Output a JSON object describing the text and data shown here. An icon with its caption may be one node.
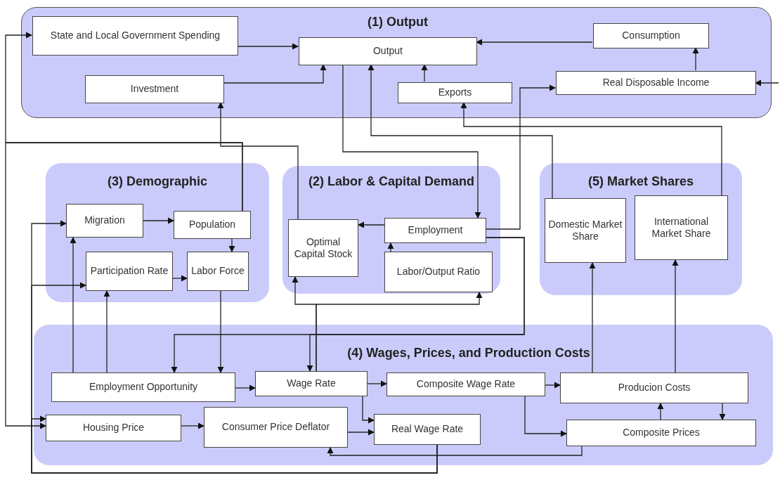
{
  "diagram": {
    "nodes": [
      {
        "text": [
          "(1) Output"
        ]
      },
      {
        "text": [
          "State and Local Government Spending"
        ],
        "in": 0
      },
      {
        "text": [
          "Output"
        ],
        "in": 0
      },
      {
        "text": [
          "Consumption"
        ],
        "in": 0
      },
      {
        "text": [
          "Investment"
        ],
        "in": 0
      },
      {
        "text": [
          "Exports"
        ],
        "in": 0
      },
      {
        "text": [
          "Real Disposable Income"
        ],
        "in": 0
      },
      {
        "text": [
          "(3) Demographic"
        ]
      },
      {
        "text": [
          "Migration"
        ],
        "in": 7
      },
      {
        "text": [
          "Population"
        ],
        "in": 7
      },
      {
        "text": [
          "Participation Rate"
        ],
        "in": 7
      },
      {
        "text": [
          "Labor Force"
        ],
        "in": 7
      },
      {
        "text": [
          "(2) Labor & Capital Demand"
        ]
      },
      {
        "text": [
          "Optimal Capital Stock"
        ],
        "in": 12
      },
      {
        "text": [
          "Employment"
        ],
        "in": 12
      },
      {
        "text": [
          "Labor/Output Ratio"
        ],
        "in": 12
      },
      {
        "text": [
          "(5) Market Shares"
        ]
      },
      {
        "text": [
          "Domestic Market Share"
        ],
        "in": 16
      },
      {
        "text": [
          "International Market Share"
        ],
        "in": 16
      },
      {
        "text": [
          "(4) Wages, Prices, and Production Costs"
        ]
      },
      {
        "text": [
          "Employment Opportunity"
        ],
        "in": 19
      },
      {
        "text": [
          "Wage Rate"
        ],
        "in": 19
      },
      {
        "text": [
          "Composite Wage Rate"
        ],
        "in": 19
      },
      {
        "text": [
          "Producion Costs"
        ],
        "in": 19
      },
      {
        "text": [
          "Housing Price"
        ],
        "in": 19
      },
      {
        "text": [
          "Consumer Price Deflator"
        ],
        "in": 19
      },
      {
        "text": [
          "Real Wage Rate"
        ],
        "in": 19
      },
      {
        "text": [
          "Composite Prices"
        ],
        "in": 19
      }
    ],
    "edges": [
      {
        "from": 1,
        "to": 2,
        "arrow": "to"
      },
      {
        "from": 4,
        "to": 2,
        "arrow": "to"
      },
      {
        "from": 3,
        "to": 2,
        "arrow": "to"
      },
      {
        "from": 5,
        "to": 2,
        "arrow": "to"
      },
      {
        "from": 6,
        "to": 3,
        "arrow": "to"
      },
      {
        "from": null,
        "to": 6,
        "arrow": "to"
      },
      {
        "from": 2,
        "to": 14,
        "arrow": "to"
      },
      {
        "from": 17,
        "to": 2,
        "arrow": "to"
      },
      {
        "from": 18,
        "to": 5,
        "arrow": "to"
      },
      {
        "from": 13,
        "to": 4,
        "arrow": "to"
      },
      {
        "from": 14,
        "to": 6,
        "arrow": "to"
      },
      {
        "from": 9,
        "to": 1,
        "arrow": "to"
      },
      {
        "from": 9,
        "to": 24,
        "arrow": "to"
      },
      {
        "from": 14,
        "to": 13,
        "arrow": "to"
      },
      {
        "from": 15,
        "to": 14,
        "arrow": "to"
      },
      {
        "from": 8,
        "to": 9,
        "arrow": "to"
      },
      {
        "from": 9,
        "to": 11,
        "arrow": "to"
      },
      {
        "from": 10,
        "to": 11,
        "arrow": "to"
      },
      {
        "from": 26,
        "to": 8,
        "arrow": "to"
      },
      {
        "from": 26,
        "to": 24,
        "arrow": "to"
      },
      {
        "from": 26,
        "to": 10,
        "arrow": "to"
      },
      {
        "from": 20,
        "to": 8,
        "arrow": "to"
      },
      {
        "from": 20,
        "to": 10,
        "arrow": "to"
      },
      {
        "from": 11,
        "to": 20,
        "arrow": "to"
      },
      {
        "from": 14,
        "to": 20,
        "arrow": "to"
      },
      {
        "from": 14,
        "to": 21,
        "arrow": "to"
      },
      {
        "from": 21,
        "to": 13,
        "arrow": "to"
      },
      {
        "from": 21,
        "to": 15,
        "arrow": "to"
      },
      {
        "from": 20,
        "to": 21,
        "arrow": "to"
      },
      {
        "from": 21,
        "to": 22,
        "arrow": "to"
      },
      {
        "from": 21,
        "to": 26,
        "arrow": "to"
      },
      {
        "from": 22,
        "to": 23,
        "arrow": "to"
      },
      {
        "from": 22,
        "to": 27,
        "arrow": "to"
      },
      {
        "from": 27,
        "to": 23,
        "arrow": "to"
      },
      {
        "from": 23,
        "to": 27,
        "arrow": "to"
      },
      {
        "from": 25,
        "to": 26,
        "arrow": "to"
      },
      {
        "from": 24,
        "to": 25,
        "arrow": "to"
      },
      {
        "from": 27,
        "to": 25,
        "arrow": "to"
      },
      {
        "from": 23,
        "to": 17,
        "arrow": "to"
      },
      {
        "from": 23,
        "to": 18,
        "arrow": "to"
      }
    ]
  }
}
